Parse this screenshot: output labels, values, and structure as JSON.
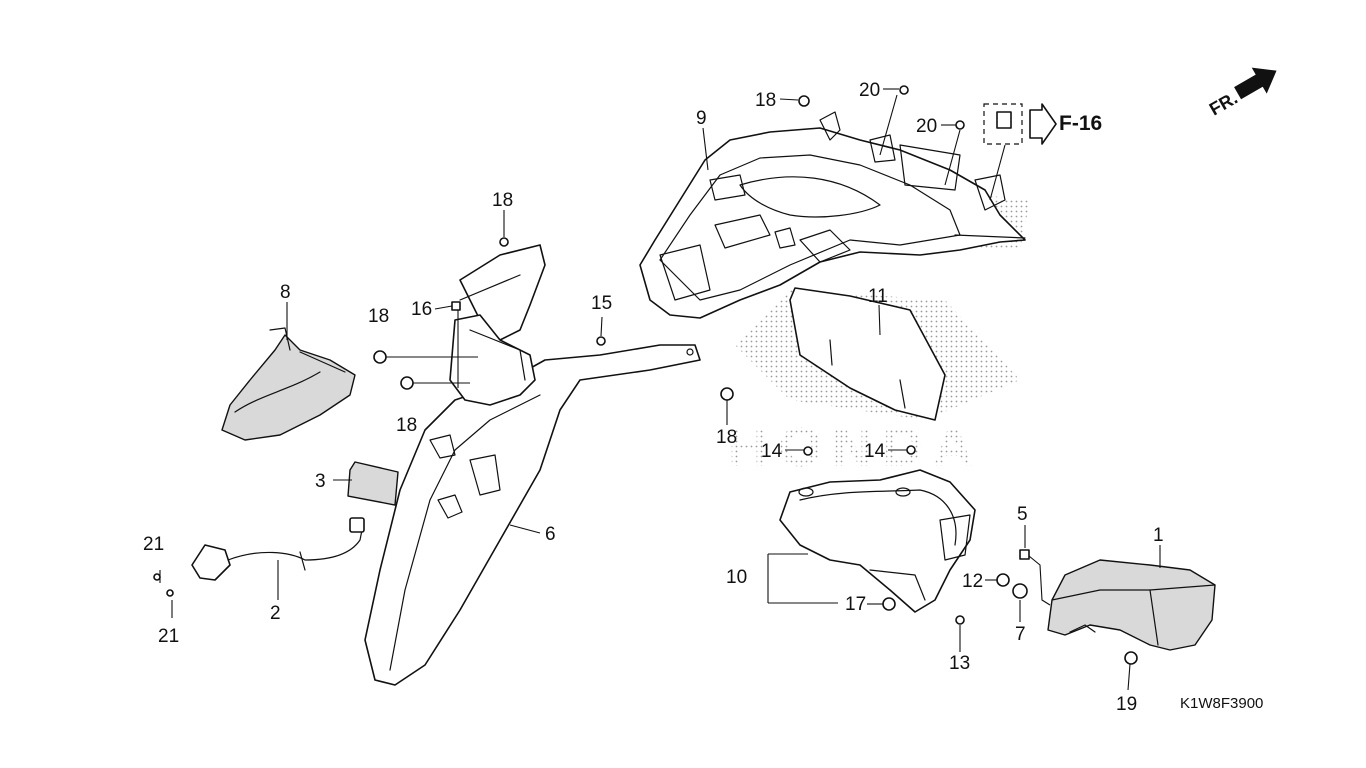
{
  "diagram": {
    "code": "K1W8F3900",
    "front_label": "FR.",
    "ref_label": "F-16",
    "watermark": "HONDA",
    "colors": {
      "line": "#111111",
      "fill": "#ffffff",
      "shade": "#d9d9d9",
      "watermark": "#b0b0b0"
    },
    "callouts": [
      {
        "id": "c1",
        "label": "1"
      },
      {
        "id": "c2",
        "label": "2"
      },
      {
        "id": "c3",
        "label": "3"
      },
      {
        "id": "c5",
        "label": "5"
      },
      {
        "id": "c6",
        "label": "6"
      },
      {
        "id": "c7",
        "label": "7"
      },
      {
        "id": "c8",
        "label": "8"
      },
      {
        "id": "c9",
        "label": "9"
      },
      {
        "id": "c10",
        "label": "10"
      },
      {
        "id": "c11",
        "label": "11"
      },
      {
        "id": "c12",
        "label": "12"
      },
      {
        "id": "c13",
        "label": "13"
      },
      {
        "id": "c14a",
        "label": "14"
      },
      {
        "id": "c14b",
        "label": "14"
      },
      {
        "id": "c15",
        "label": "15"
      },
      {
        "id": "c16",
        "label": "16"
      },
      {
        "id": "c17",
        "label": "17"
      },
      {
        "id": "c18a",
        "label": "18"
      },
      {
        "id": "c18b",
        "label": "18"
      },
      {
        "id": "c18c",
        "label": "18"
      },
      {
        "id": "c18d",
        "label": "18"
      },
      {
        "id": "c18e",
        "label": "18"
      },
      {
        "id": "c19",
        "label": "19"
      },
      {
        "id": "c20a",
        "label": "20"
      },
      {
        "id": "c20b",
        "label": "20"
      },
      {
        "id": "c21a",
        "label": "21"
      },
      {
        "id": "c21b",
        "label": "21"
      }
    ]
  }
}
